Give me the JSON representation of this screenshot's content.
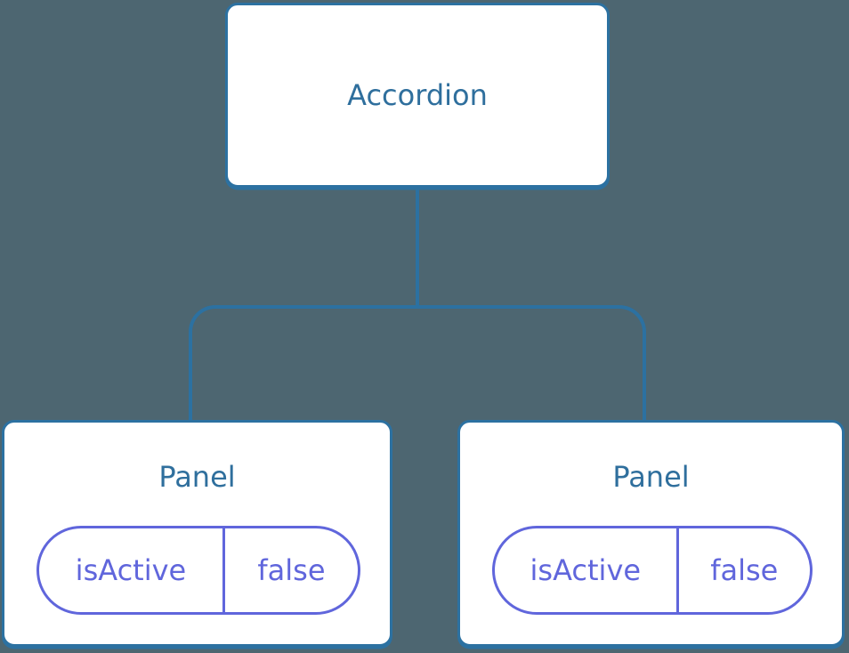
{
  "colors": {
    "bg": "#4D6671",
    "line": "#2C71A1",
    "node-bg": "#FFFFFF",
    "node-text": "#2F6F9D",
    "pill": "#6066DC"
  },
  "tree": {
    "root": {
      "label": "Accordion"
    },
    "children": [
      {
        "label": "Panel",
        "state": {
          "key": "isActive",
          "value": "false"
        }
      },
      {
        "label": "Panel",
        "state": {
          "key": "isActive",
          "value": "false"
        }
      }
    ]
  }
}
